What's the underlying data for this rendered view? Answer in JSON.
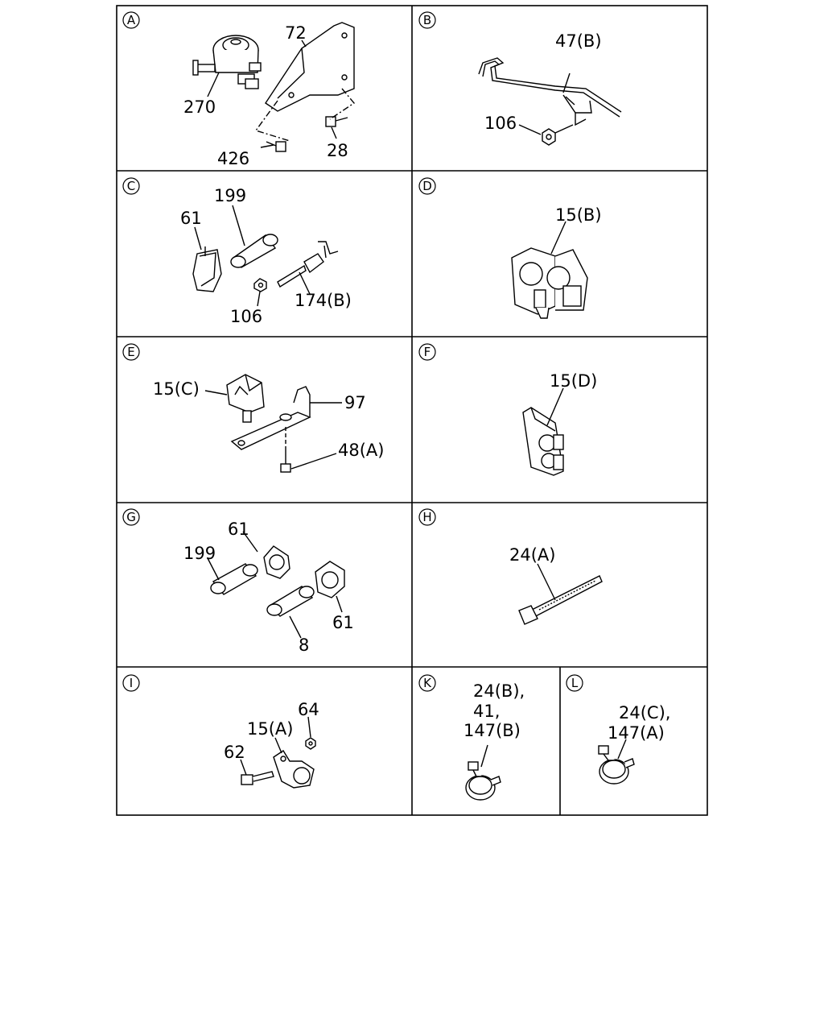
{
  "panels": {
    "A": {
      "letter": "A",
      "labels": {
        "p72": "72",
        "p270": "270",
        "p426": "426",
        "p28": "28"
      }
    },
    "B": {
      "letter": "B",
      "labels": {
        "p47b": "47(B)",
        "p106": "106"
      }
    },
    "C": {
      "letter": "C",
      "labels": {
        "p199": "199",
        "p61": "61",
        "p106": "106",
        "p174b": "174(B)"
      }
    },
    "D": {
      "letter": "D",
      "labels": {
        "p15b": "15(B)"
      }
    },
    "E": {
      "letter": "E",
      "labels": {
        "p15c": "15(C)",
        "p97": "97",
        "p48a": "48(A)"
      }
    },
    "F": {
      "letter": "F",
      "labels": {
        "p15d": "15(D)"
      }
    },
    "G": {
      "letter": "G",
      "labels": {
        "p61a": "61",
        "p199": "199",
        "p61b": "61",
        "p8": "8"
      }
    },
    "H": {
      "letter": "H",
      "labels": {
        "p24a": "24(A)"
      }
    },
    "I": {
      "letter": "I",
      "labels": {
        "p64": "64",
        "p15a": "15(A)",
        "p62": "62"
      }
    },
    "K": {
      "letter": "K",
      "labels": {
        "l1": "24(B),",
        "l2": "41,",
        "l3": "147(B)"
      }
    },
    "L": {
      "letter": "L",
      "labels": {
        "l1": "24(C),",
        "l2": "147(A)"
      }
    }
  }
}
